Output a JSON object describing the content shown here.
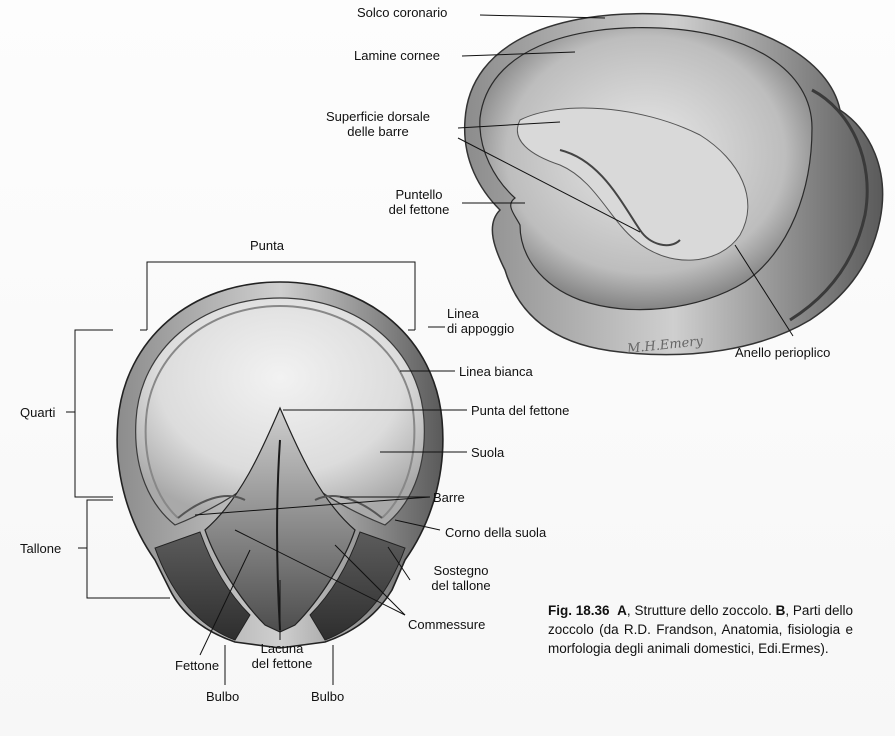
{
  "labels": {
    "solco_coronario": "Solco coronario",
    "lamine_cornee": "Lamine cornee",
    "superficie_dorsale_1": "Superficie dorsale",
    "superficie_dorsale_2": "delle barre",
    "puntello_1": "Puntello",
    "puntello_2": "del fettone",
    "anello_perioplico": "Anello perioplico",
    "punta": "Punta",
    "linea_appoggio_1": "Linea",
    "linea_appoggio_2": "di appoggio",
    "linea_bianca": "Linea bianca",
    "quarti": "Quarti",
    "punta_fettone": "Punta del fettone",
    "suola": "Suola",
    "barre": "Barre",
    "corno_suola": "Corno della suola",
    "tallone": "Tallone",
    "sostegno_1": "Sostegno",
    "sostegno_2": "del tallone",
    "commessure": "Commessure",
    "fettone": "Fettone",
    "lacuna_1": "Lacuna",
    "lacuna_2": "del fettone",
    "bulbo_left": "Bulbo",
    "bulbo_right": "Bulbo"
  },
  "signature": "M.H.Emery",
  "caption": {
    "fig": "Fig. 18.36",
    "a_letter": "A",
    "a_text": ", Strutture dello zoccolo.",
    "b_letter": "B",
    "b_text": ", Parti dello zoccolo (da R.D. Frandson, Anatomia, fisiologia e morfologia degli animali domestici, Edi.Ermes)."
  }
}
